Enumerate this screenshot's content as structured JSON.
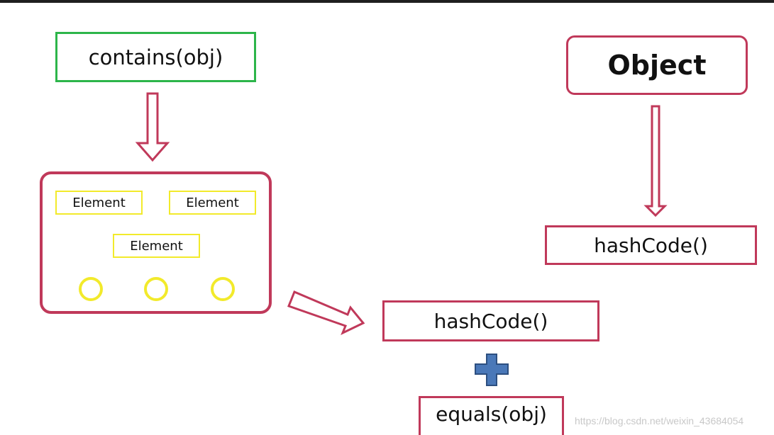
{
  "nodes": {
    "contains": "contains(obj)",
    "object": "Object",
    "hash_right": "hashCode()",
    "element_1": "Element",
    "element_2": "Element",
    "element_3": "Element",
    "hash_middle": "hashCode()",
    "equals": "equals(obj)"
  },
  "watermark": "https://blog.csdn.net/weixin_43684054",
  "colors": {
    "green_border": "#2db54a",
    "red_border": "#c0395a",
    "yellow": "#f2ea2b",
    "plus_fill": "#4a78b8"
  }
}
